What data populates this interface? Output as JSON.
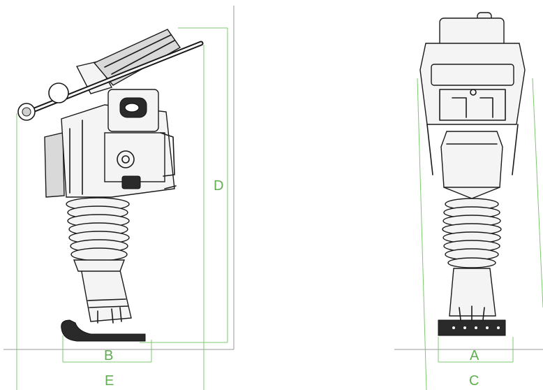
{
  "colors": {
    "dimension": "#7dc870",
    "label": "#5fae4f",
    "ground": "#9a9a9a",
    "outline": "#1a1a1a"
  },
  "side_view": {
    "labels": {
      "d": "D",
      "b": "B",
      "e": "E"
    }
  },
  "front_view": {
    "labels": {
      "a": "A",
      "c": "C"
    }
  }
}
